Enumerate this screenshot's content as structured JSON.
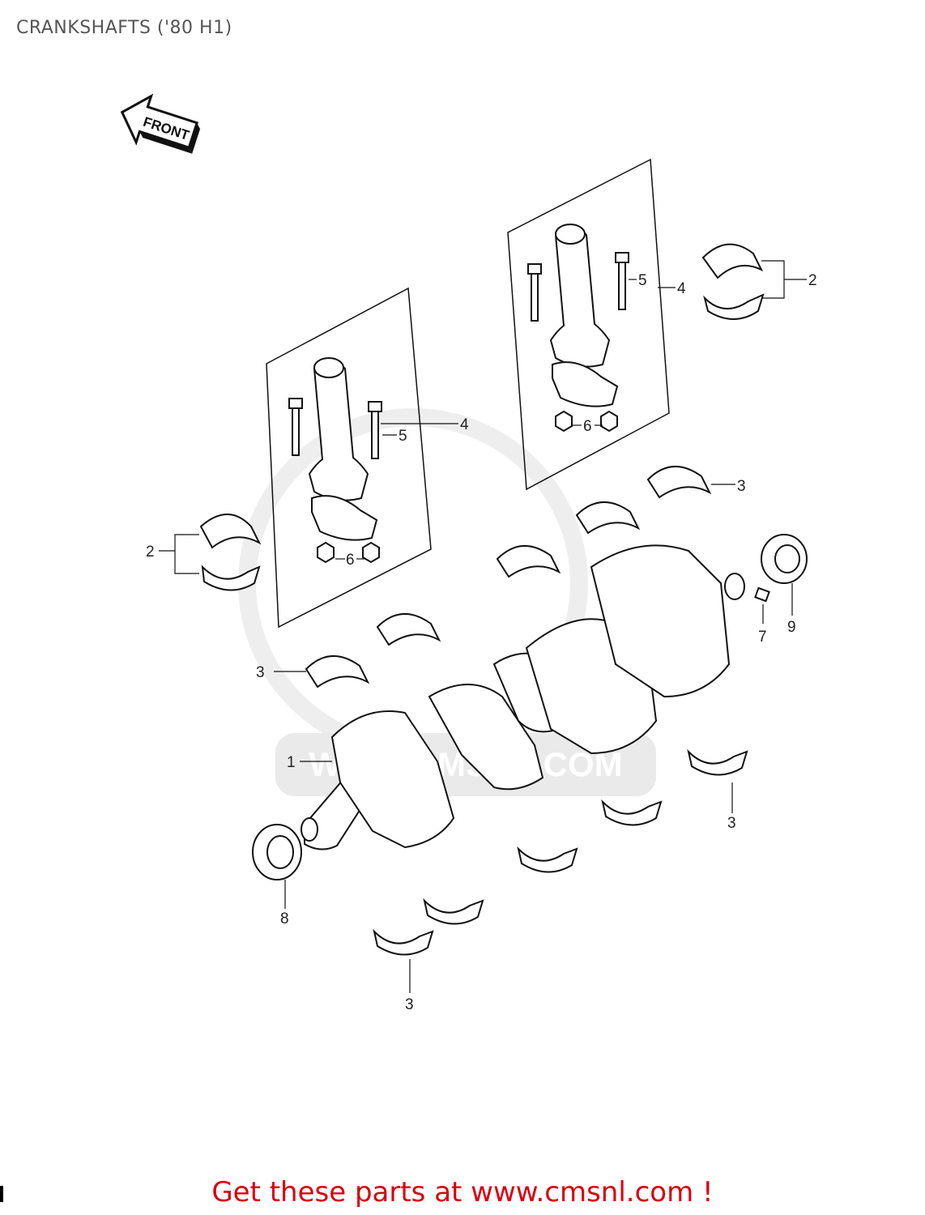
{
  "page": {
    "title": "CRANKSHAFTS ('80 H1)"
  },
  "diagram": {
    "front_label": "FRONT",
    "watermark_text": "WWW.CMSNL.COM",
    "callouts": {
      "c1": "1",
      "c2a": "2",
      "c2b": "2",
      "c3a": "3",
      "c3b": "3",
      "c3c": "3",
      "c3d": "3",
      "c4a": "4",
      "c4b": "4",
      "c5a": "5",
      "c5b": "5",
      "c6a": "6",
      "c6b": "6",
      "c7": "7",
      "c8": "8",
      "c9": "9"
    }
  },
  "footer": {
    "link_text": "Get these parts at www.cmsnl.com !"
  },
  "colors": {
    "title": "#555555",
    "footer_link": "#d9000d",
    "linework": "#111111",
    "watermark": "#e6e6e6"
  }
}
